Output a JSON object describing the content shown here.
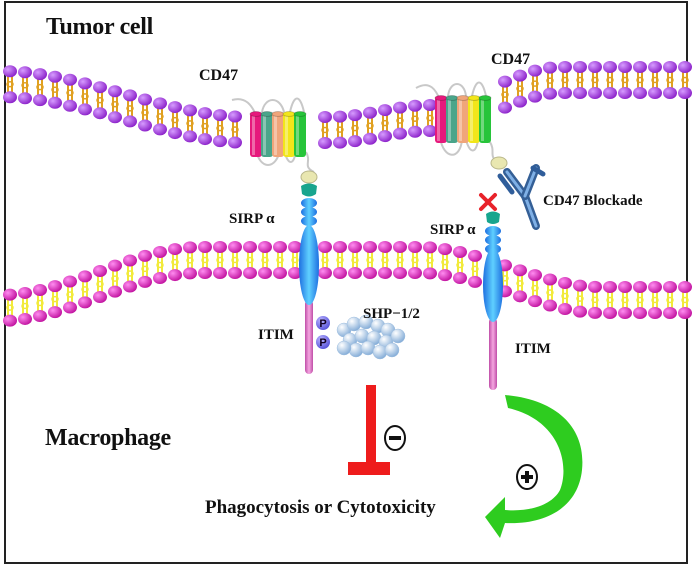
{
  "title": "CD47–SIRPα signaling and CD47 blockade",
  "labels": {
    "tumor_cell": "Tumor cell",
    "macrophage": "Macrophage",
    "cd47_left": "CD47",
    "cd47_right": "CD47",
    "sirpa_left": "SIRP α",
    "sirpa_right": "SIRP α",
    "itim_left": "ITIM",
    "itim_right": "ITIM",
    "shp": "SHP−1/2",
    "blockade": "CD47 Blockade",
    "outcome": "Phagocytosis or Cytotoxicity",
    "phospho_1": "P",
    "phospho_2": "P",
    "minus_sign": "−",
    "plus_sign": "+"
  },
  "colors": {
    "tumor_lipid_head": "#9b2fd6",
    "tumor_lipid_tail": "#e0a020",
    "macro_lipid_head": "#d21fc8",
    "macro_lipid_tail": "#f2ea3a",
    "inhibit_bar": "#ee1c1c",
    "activate_arrow": "#2ecc1f",
    "sirpa_blue": "#2aa7ea",
    "itim_pink": "#d877c0",
    "antibody_blue": "#4a86c8",
    "block_x": "#e8222a"
  },
  "cd47_helices": [
    "#e6197c",
    "#4aa58a",
    "#f0a57a",
    "#f2e61a",
    "#27c43a"
  ],
  "pathways": [
    {
      "side": "left",
      "state": "CD47 bound to SIRPα",
      "effect": "inhibit",
      "sign": "−"
    },
    {
      "side": "right",
      "state": "CD47 blocked by antibody",
      "effect": "activate",
      "sign": "+"
    }
  ]
}
